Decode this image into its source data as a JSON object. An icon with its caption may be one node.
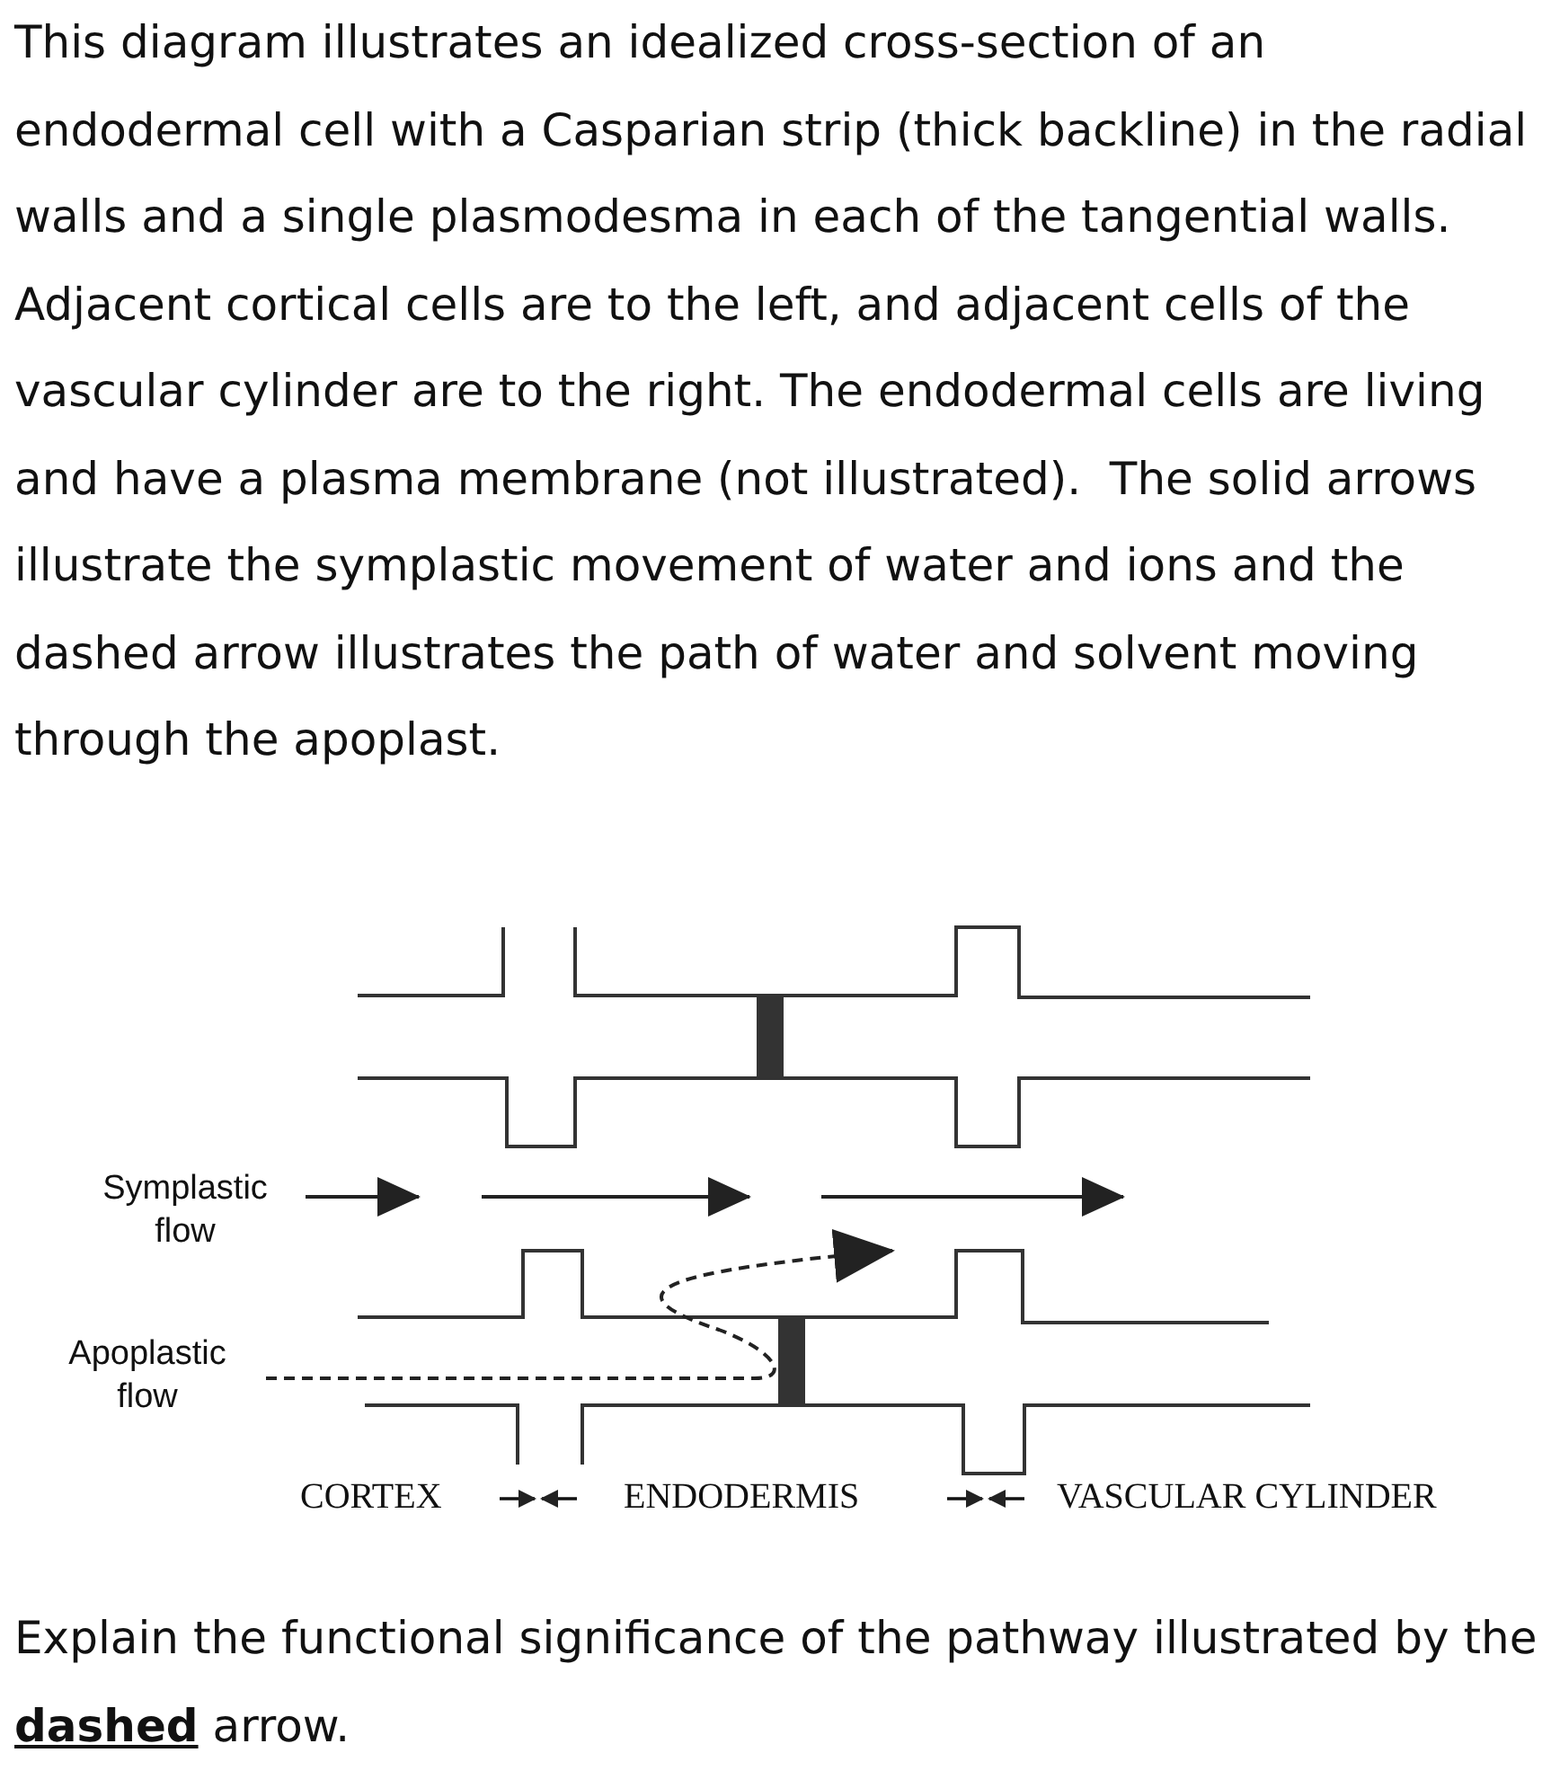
{
  "diagram": {
    "nodes": [
      {
        "text": [
          "Symplastic flow"
        ]
      },
      {
        "text": [
          "Apoplastic flow"
        ]
      }
    ],
    "edges": [
      {
        "from": 0,
        "to": null,
        "arrow": "to"
      },
      {
        "from": 1,
        "to": null,
        "arrow": "to",
        "style": "dashed"
      }
    ],
    "labels": [
      "This diagram illustrates an idealized cross-section of an endodermal cell with a Casparian strip (thick backline) in the radial walls and a single plasmodesma in each of the tangential walls.  Adjacent cortical cells are to the left, and adjacent cells of the vascular cylinder are to the right. The endodermal cells are living and have a plasma membrane (not illustrated).  The solid arrows illustrate the symplastic movement of water and ions and the dashed arrow illustrates the path of water and solvent moving through the apoplast.",
      "CORTEX",
      "ENDODERMIS",
      "VASCULAR CYLINDER",
      "Explain the functional significance of the pathway illustrated by the **dashed** arrow."
    ]
  }
}
